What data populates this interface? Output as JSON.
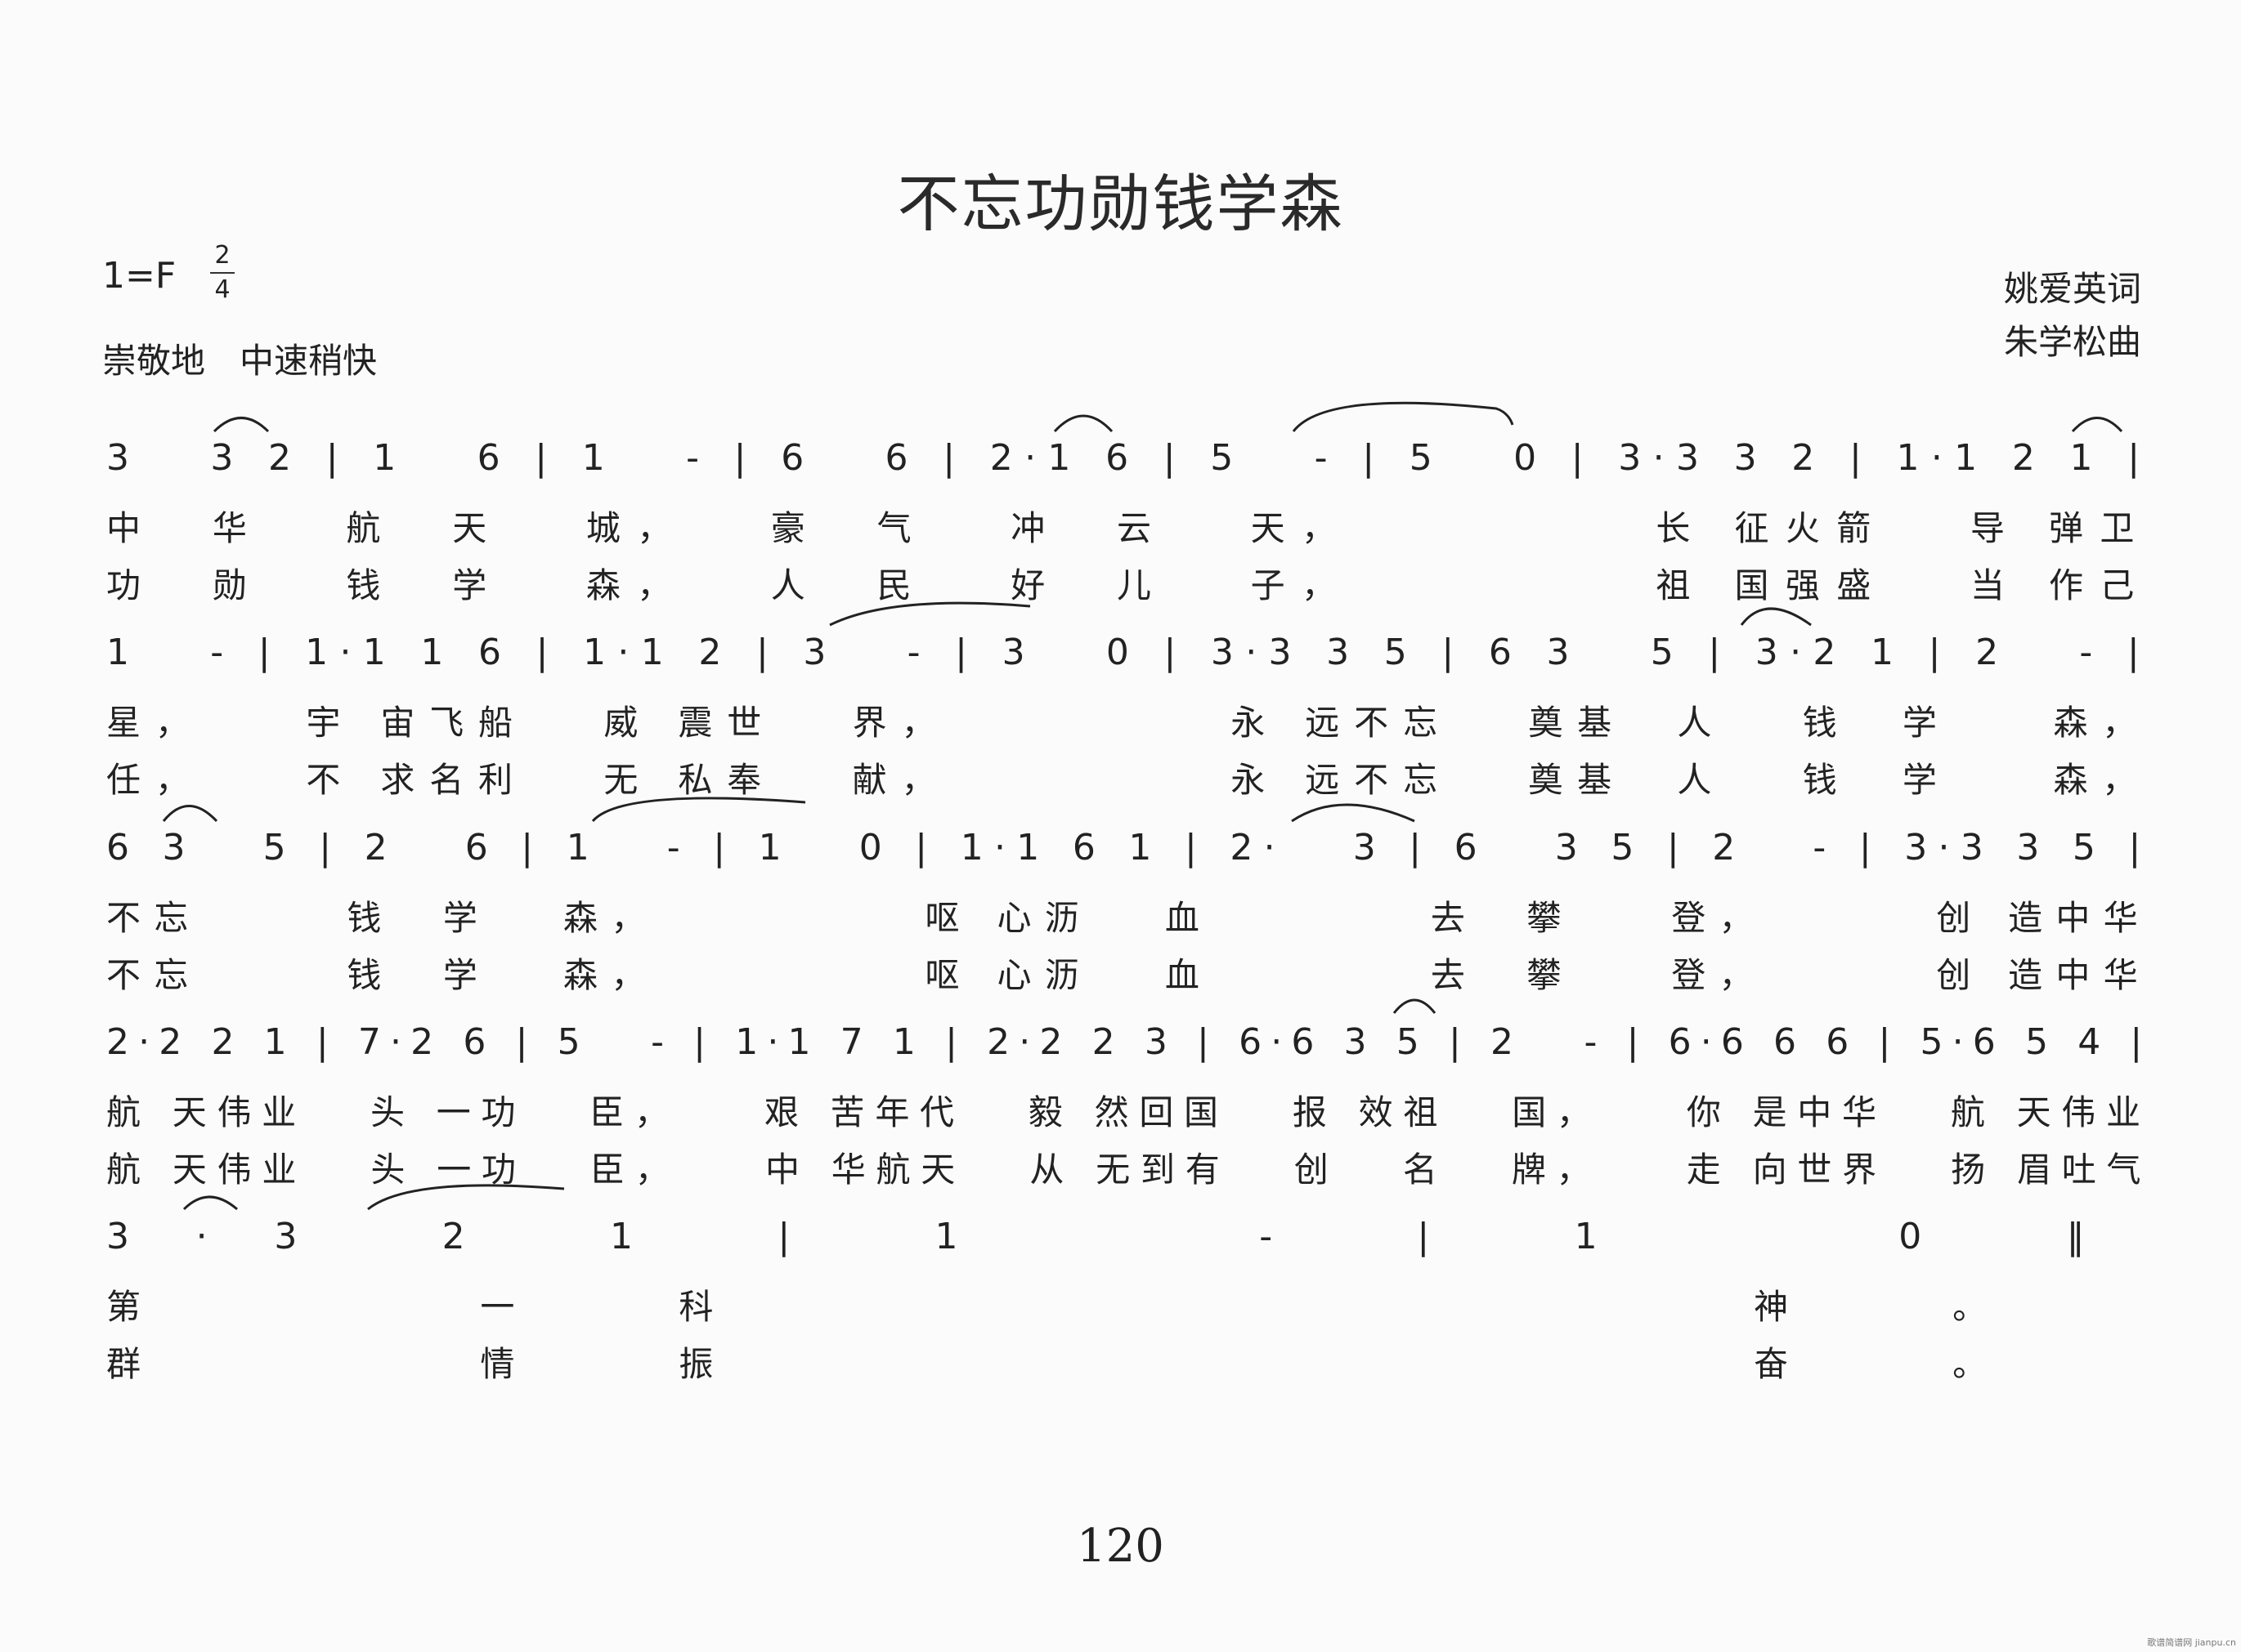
{
  "title": "不忘功勋钱学森",
  "key": "1=F",
  "time_signature": {
    "top": "2",
    "bottom": "4"
  },
  "tempo": "崇敬地　中速稍快",
  "lyricist": "姚爱英词",
  "composer": "朱学松曲",
  "page_number": "120",
  "watermark": "歌谱简谱网 jianpu.cn",
  "lines": [
    {
      "notes": "3   3 2 | 1   6 | 1   - | 6   6 | 2·1 6 | 5   - | 5   0 | 3·3 3 2 | 1·1 2 1 |",
      "lyrics1": "中  华   航  天   城，   豪  气   冲  云   天，           长 征火箭   导 弹卫",
      "lyrics2": "功  勋   钱  学   森，   人  民   好  儿   子，           祖 国强盛   当 作己"
    },
    {
      "notes": "1   - | 1·1 1 6 | 1·1 2 | 3   - | 3   0 | 3·3 3 5 | 6 3   5 | 3·2 1 | 2   - |",
      "lyrics1": "星，    宇 宙飞船   威 震世   界，           永 远不忘   奠基  人   钱  学    森，",
      "lyrics2": "任，    不 求名利   无 私奉   献，           永 远不忘   奠基  人   钱  学    森，"
    },
    {
      "notes": "6 3   5 | 2   6 | 1   - | 1   0 | 1·1 6 1 | 2·   3 | 6   3 5 | 2   - | 3·3 3 5 |",
      "lyrics1": "不忘      钱  学   森，           呕 心沥   血         去  攀    登，       创 造中华",
      "lyrics2": "不忘      钱  学   森，           呕 心沥   血         去  攀    登，       创 造中华"
    },
    {
      "notes": "2·2 2 1 | 7·2 6 | 5   - | 1·1 7 1 | 2·2 2 3 | 6·6 3 5 | 2   - | 6·6 6 6 | 5·6 5 4 |",
      "lyrics1": "航 天伟业   头 一功   臣，    艰 苦年代   毅 然回国   报 效祖   国，    你 是中华   航 天伟业",
      "lyrics2": "航 天伟业   头 一功   臣，    中 华航天   从 无到有   创   名   牌，    走 向世界   扬 眉吐气"
    },
    {
      "notes": "3·3 2 1 | 1   - | 1   0 ‖",
      "lyrics1": "第 一科     神。",
      "lyrics2": "群 情振     奋。"
    }
  ]
}
